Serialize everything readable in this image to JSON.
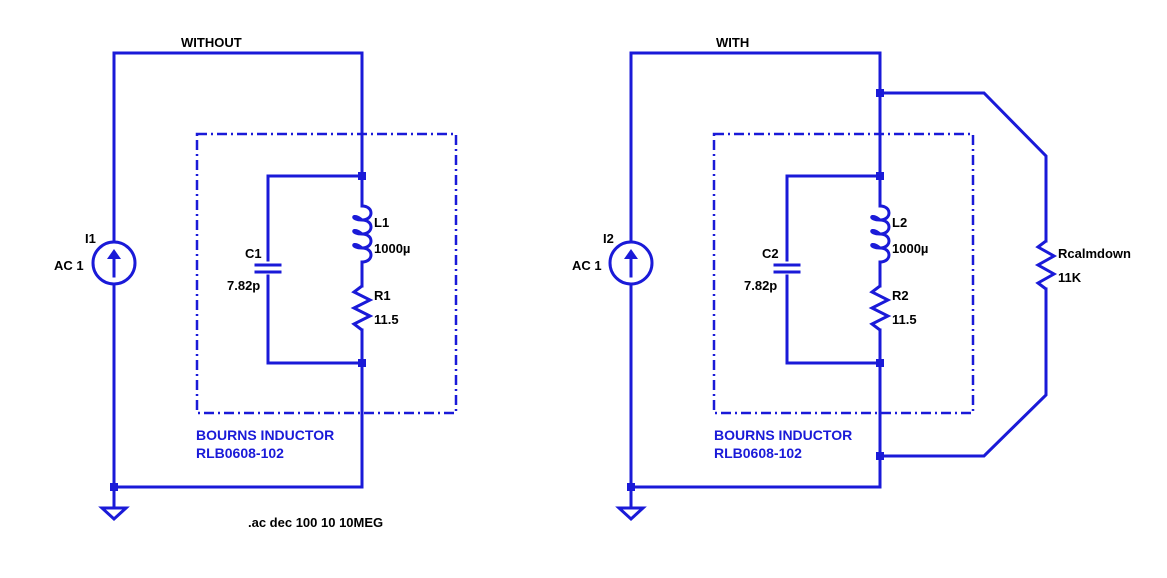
{
  "left_circuit": {
    "title": "WITHOUT",
    "source": {
      "name": "I1",
      "value": "AC 1"
    },
    "capacitor": {
      "name": "C1",
      "value": "7.82p"
    },
    "inductor": {
      "name": "L1",
      "value": "1000µ"
    },
    "resistor": {
      "name": "R1",
      "value": "11.5"
    },
    "box_line1": "BOURNS INDUCTOR",
    "box_line2": "RLB0608-102",
    "directive": ".ac dec 100 10 10MEG"
  },
  "right_circuit": {
    "title": "WITH",
    "source": {
      "name": "I2",
      "value": "AC 1"
    },
    "capacitor": {
      "name": "C2",
      "value": "7.82p"
    },
    "inductor": {
      "name": "L2",
      "value": "1000µ"
    },
    "resistor": {
      "name": "R2",
      "value": "11.5"
    },
    "damping_resistor": {
      "name": "Rcalmdown",
      "value": "11K"
    },
    "box_line1": "BOURNS INDUCTOR",
    "box_line2": "RLB0608-102"
  },
  "colors": {
    "wire": "#1a1ad8",
    "label": "#000000",
    "annotation": "#1a1ad8"
  }
}
